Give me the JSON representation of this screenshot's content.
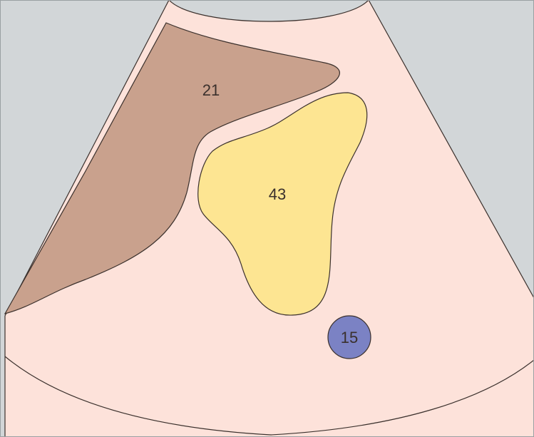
{
  "diagram": {
    "regions": [
      {
        "id": "brown",
        "label": "21",
        "color": "#c9a18d"
      },
      {
        "id": "yellow",
        "label": "43",
        "color": "#fde592"
      },
      {
        "id": "blue",
        "label": "15",
        "color": "#7b82c4"
      }
    ],
    "colors": {
      "background": "#d2d6d8",
      "fan": "#fde2da",
      "outline": "#3a302c",
      "border": "#9aa0a3"
    }
  }
}
